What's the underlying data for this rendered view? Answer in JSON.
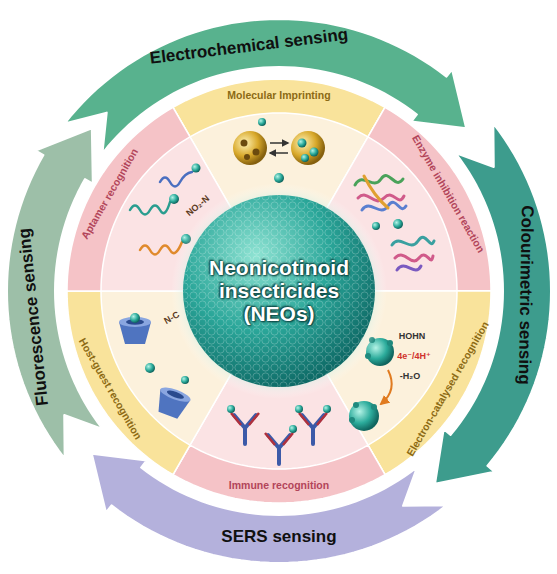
{
  "diagram": {
    "nodes": [
      {
        "text": [
          "Electrochemical sensing"
        ]
      },
      {
        "text": [
          "Colourimetric sensing"
        ]
      },
      {
        "text": [
          "SERS sensing"
        ]
      },
      {
        "text": [
          "Fluorescence sensing"
        ]
      },
      {
        "text": [
          "Molecular Imprinting"
        ]
      },
      {
        "text": [
          "Enzyme inhibition reaction"
        ]
      },
      {
        "text": [
          "Electron-catalysed recognition"
        ]
      },
      {
        "text": [
          "Immune recognition"
        ]
      },
      {
        "text": [
          "Host-guest recognition"
        ]
      },
      {
        "text": [
          "Aptamer recognition"
        ]
      },
      {
        "text": [
          "Neonicotinoid insecticides (NEOs)"
        ]
      }
    ],
    "labels": [
      "NO₂-N",
      "N-C",
      "HOHN",
      "4e⁻/4H⁺",
      "-H₂O"
    ]
  }
}
